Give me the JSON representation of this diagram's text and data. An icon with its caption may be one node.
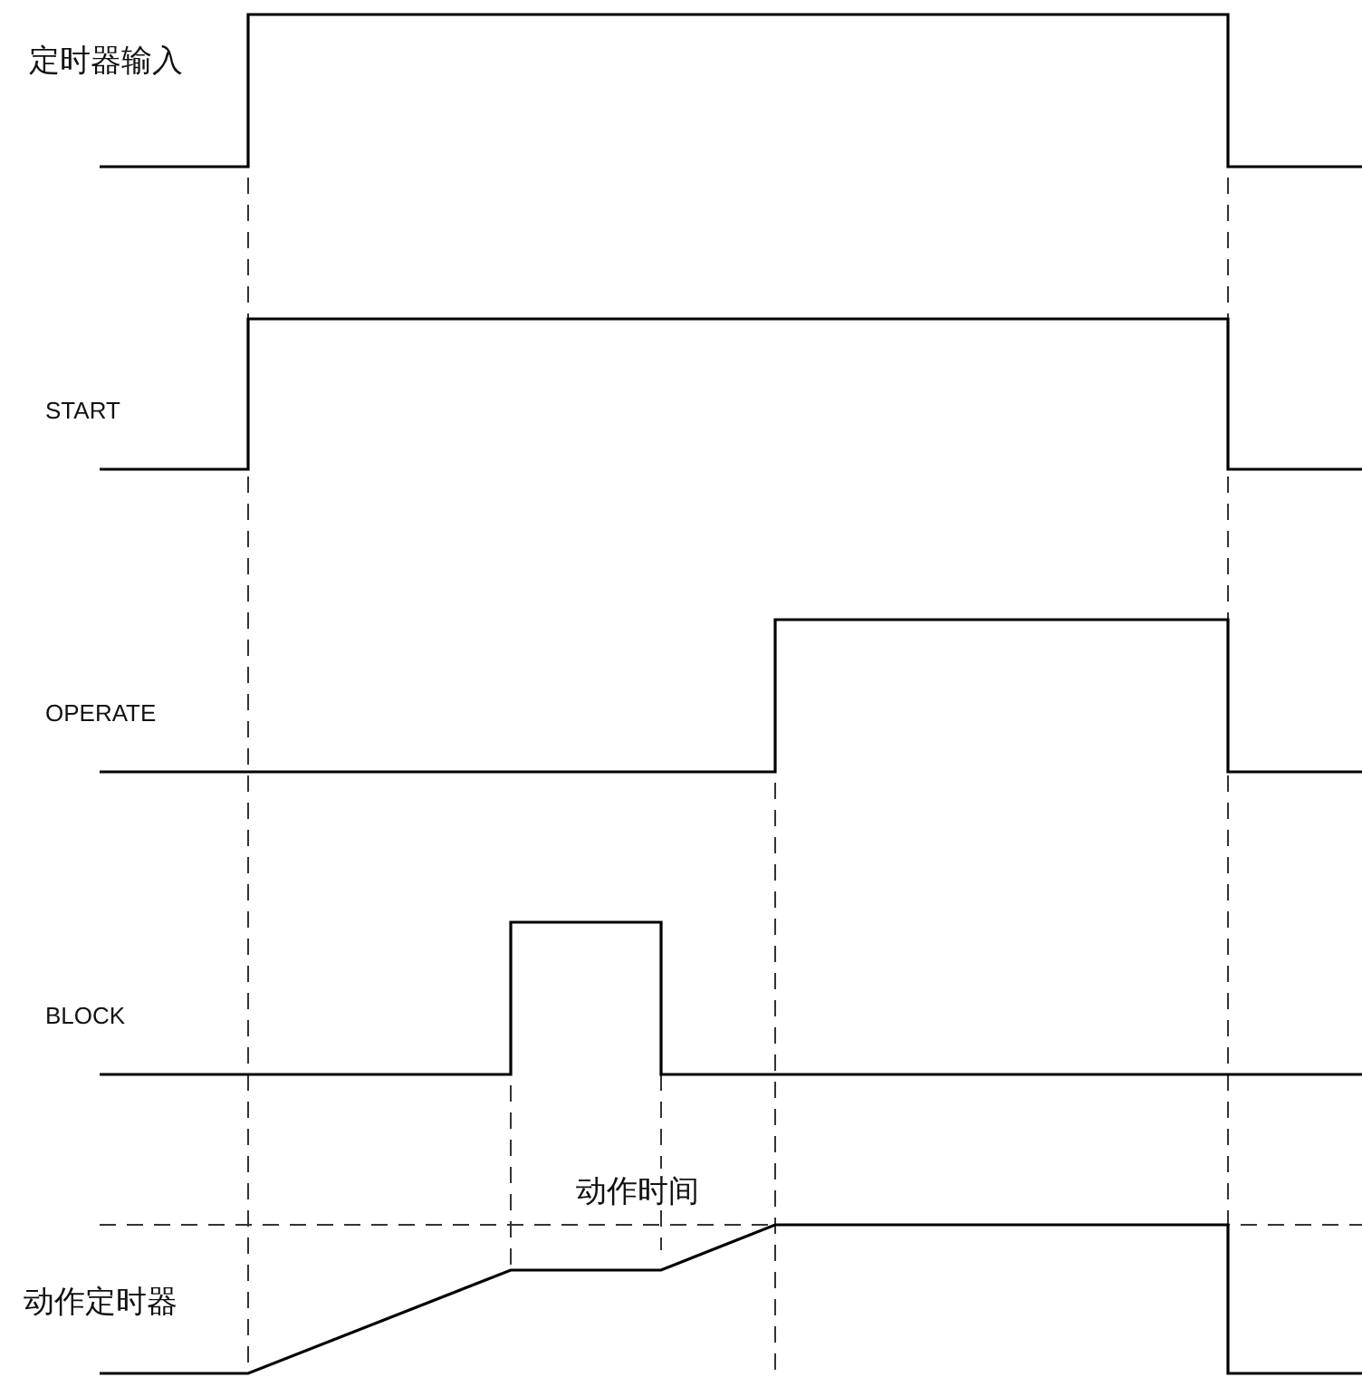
{
  "diagram": {
    "labels": [
      "定时器输入",
      "START",
      "OPERATE",
      "BLOCK",
      "动作时间",
      "动作定时器"
    ]
  }
}
